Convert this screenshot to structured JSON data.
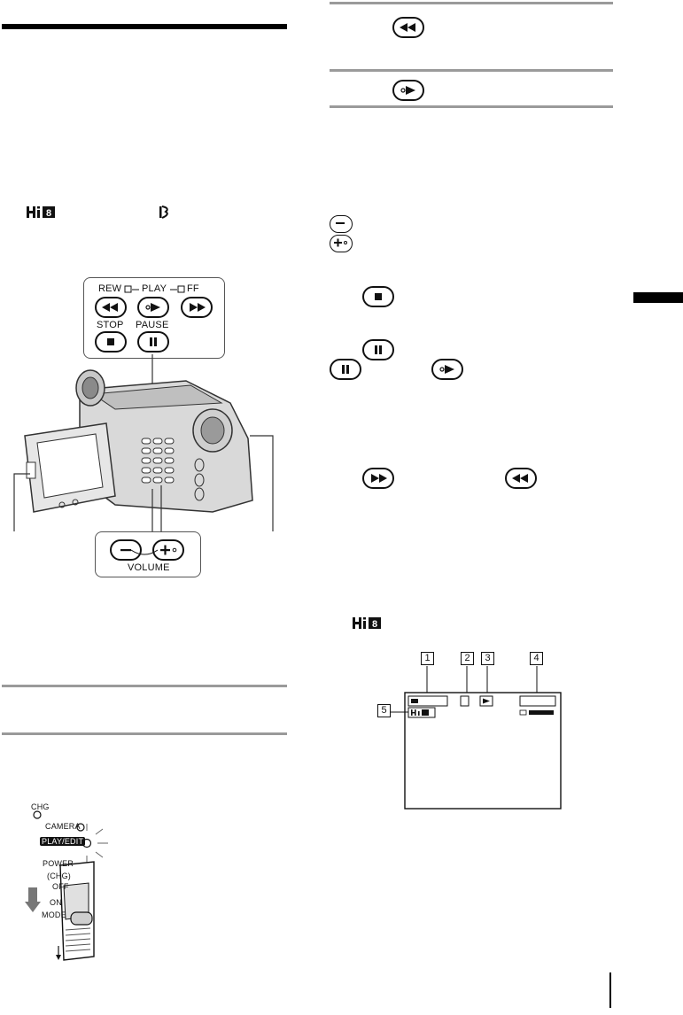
{
  "controls_panel": {
    "rew_label": "REW",
    "play_label": "PLAY",
    "ff_label": "FF",
    "stop_label": "STOP",
    "pause_label": "PAUSE",
    "volume_label": "VOLUME"
  },
  "power_diagram": {
    "chg_label": "CHG",
    "camera_label": "CAMERA",
    "play_edit_label": "PLAY/EDIT",
    "power_label": "POWER",
    "chg_paren_label": "(CHG)",
    "off_label": "OFF",
    "on_label": "ON",
    "mode_label": "MODE"
  },
  "screen_diagram": {
    "callouts": [
      "1",
      "2",
      "3",
      "4",
      "5"
    ]
  },
  "icons": {
    "rewind": "rewind-icon",
    "play": "play-icon",
    "stop": "stop-icon",
    "pause": "pause-icon",
    "fast_forward": "fast-forward-icon",
    "volume_minus": "volume-minus-icon",
    "volume_plus": "volume-plus-icon",
    "hi8": "hi8-logo",
    "data_code": "data-code-icon"
  }
}
